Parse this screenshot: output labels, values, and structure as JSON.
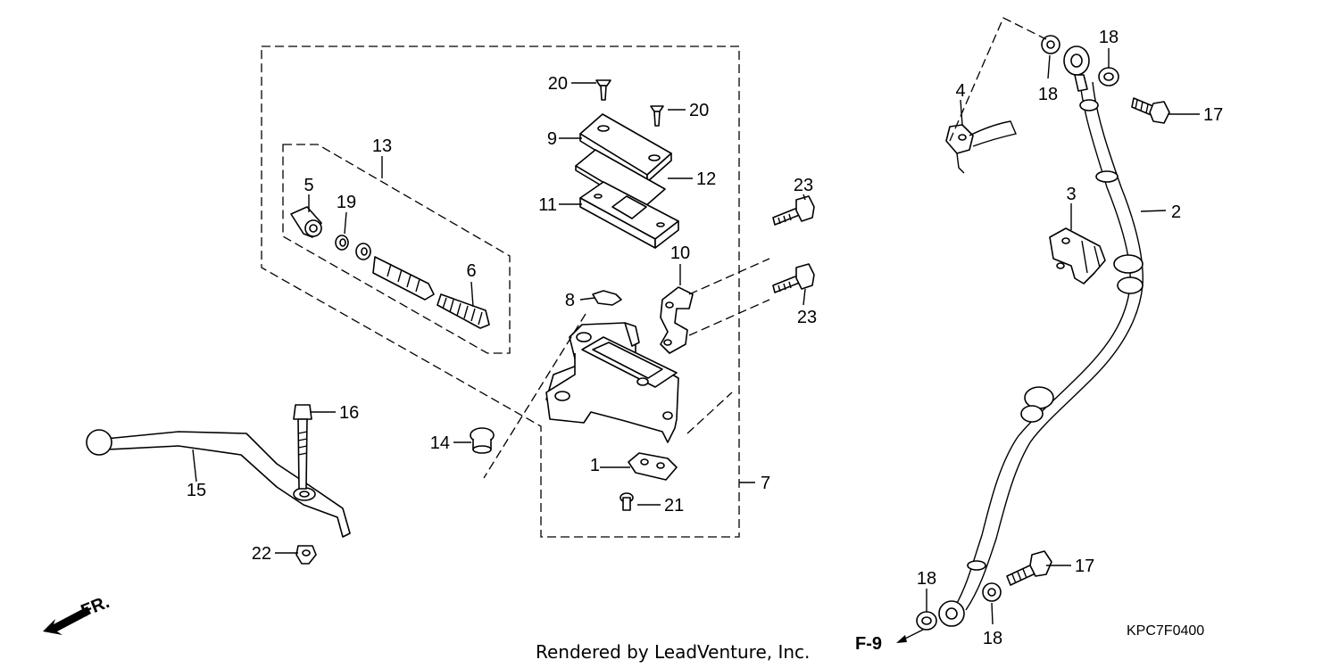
{
  "diagram": {
    "callouts": [
      {
        "id": "c1",
        "text": "1"
      },
      {
        "id": "c2",
        "text": "2"
      },
      {
        "id": "c3",
        "text": "3"
      },
      {
        "id": "c4",
        "text": "4"
      },
      {
        "id": "c5",
        "text": "5"
      },
      {
        "id": "c6",
        "text": "6"
      },
      {
        "id": "c7",
        "text": "7"
      },
      {
        "id": "c8",
        "text": "8"
      },
      {
        "id": "c9",
        "text": "9"
      },
      {
        "id": "c10",
        "text": "10"
      },
      {
        "id": "c11",
        "text": "11"
      },
      {
        "id": "c12",
        "text": "12"
      },
      {
        "id": "c13",
        "text": "13"
      },
      {
        "id": "c14",
        "text": "14"
      },
      {
        "id": "c15",
        "text": "15"
      },
      {
        "id": "c16",
        "text": "16"
      },
      {
        "id": "c17a",
        "text": "17"
      },
      {
        "id": "c17b",
        "text": "17"
      },
      {
        "id": "c18a",
        "text": "18"
      },
      {
        "id": "c18b",
        "text": "18"
      },
      {
        "id": "c18c",
        "text": "18"
      },
      {
        "id": "c18d",
        "text": "18"
      },
      {
        "id": "c19",
        "text": "19"
      },
      {
        "id": "c20a",
        "text": "20"
      },
      {
        "id": "c20b",
        "text": "20"
      },
      {
        "id": "c21",
        "text": "21"
      },
      {
        "id": "c22",
        "text": "22"
      },
      {
        "id": "c23a",
        "text": "23"
      },
      {
        "id": "c23b",
        "text": "23"
      }
    ],
    "front_marker": "FR.",
    "reference_marker": "F-9",
    "diagram_code": "KPC7F0400",
    "credit": "Rendered by LeadVenture, Inc."
  }
}
